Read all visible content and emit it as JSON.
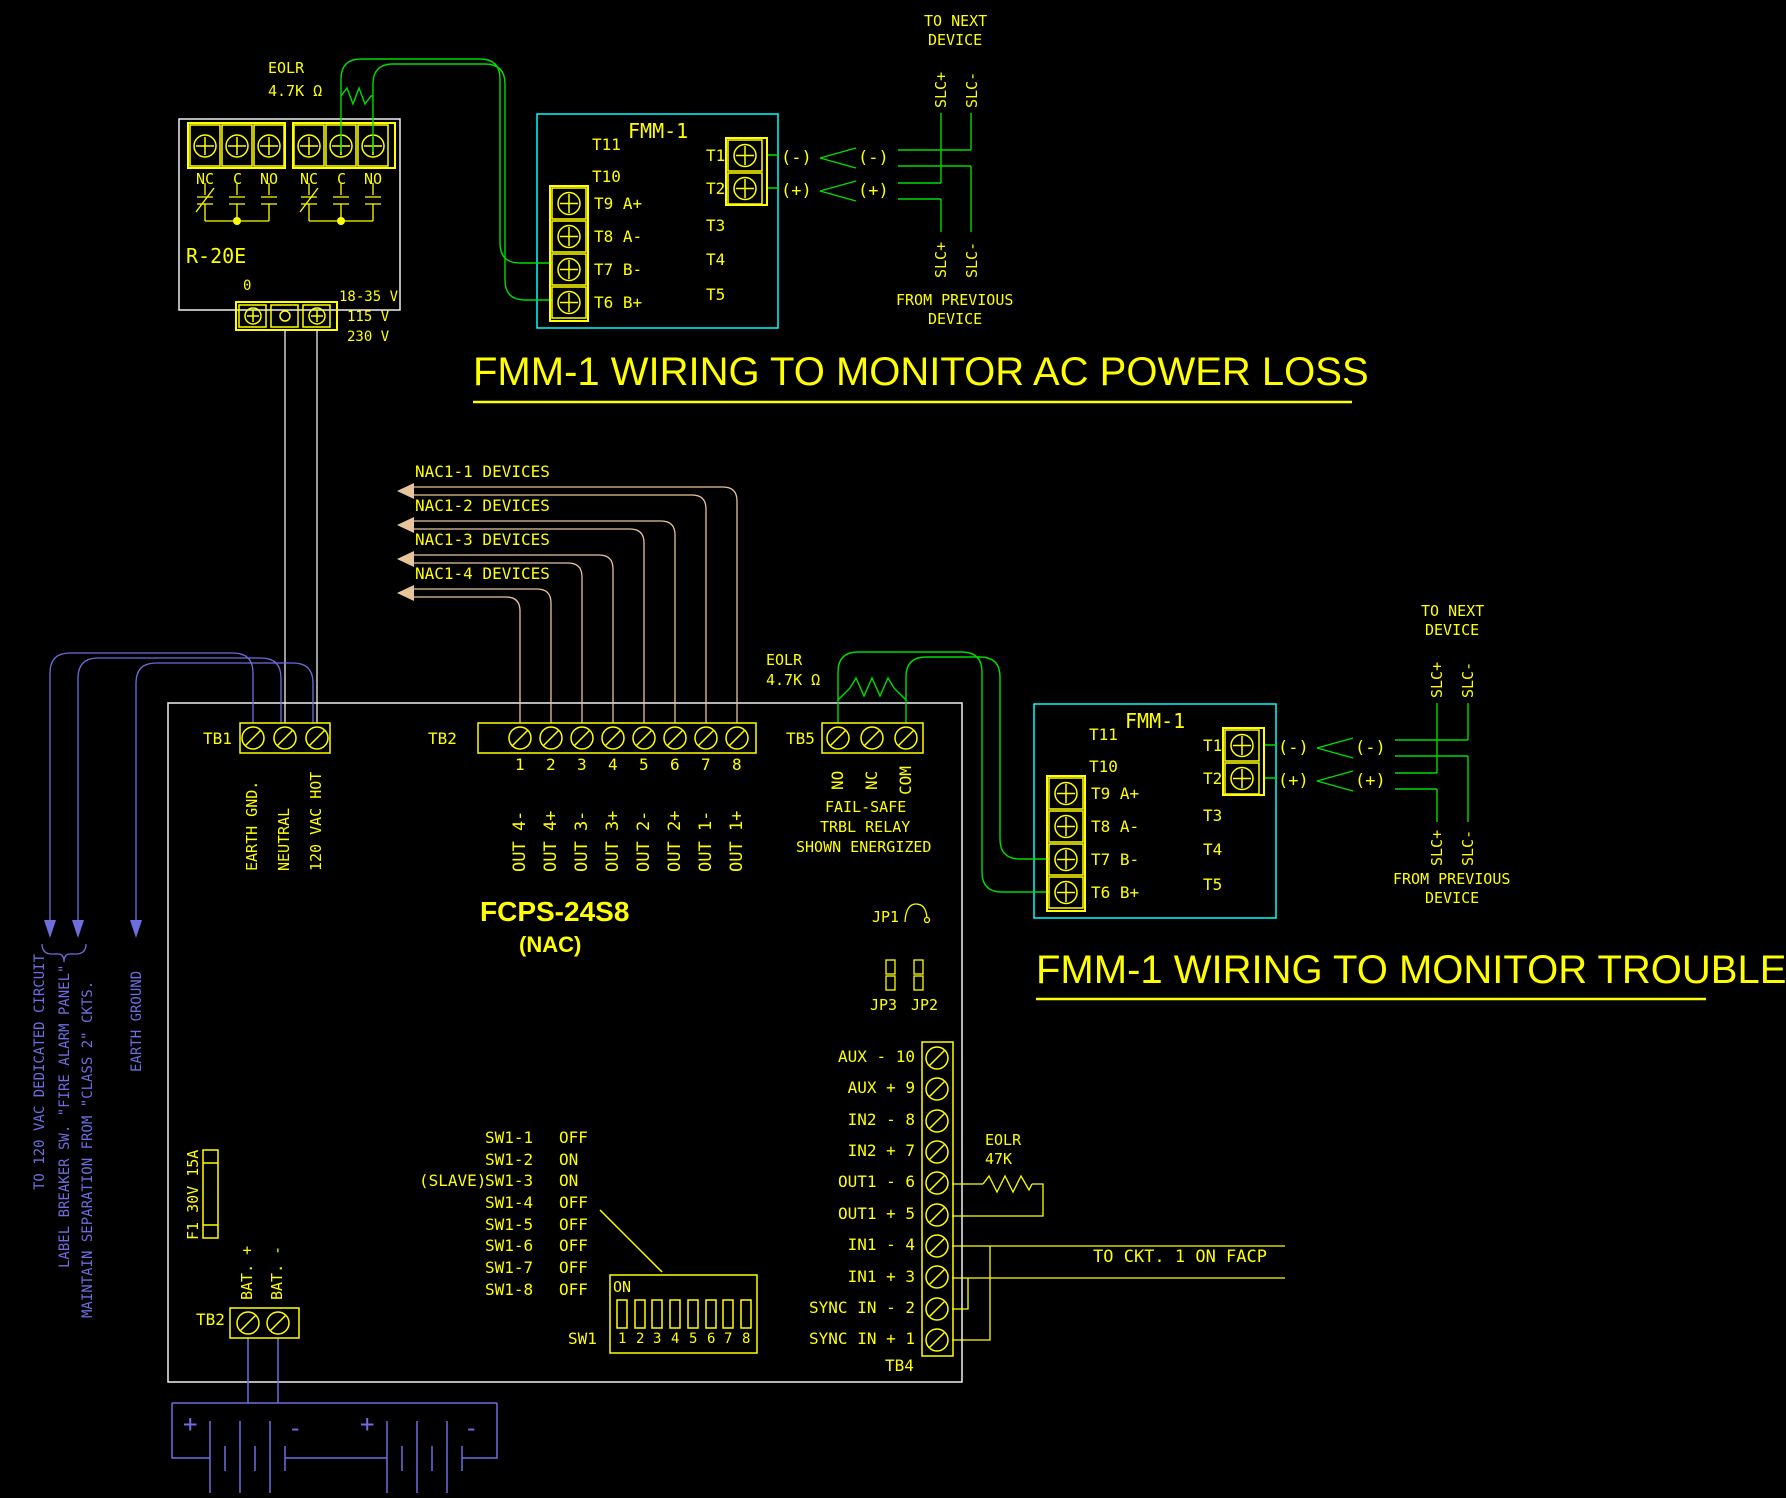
{
  "relay": {
    "eolr_label": "EOLR",
    "eolr_value": "4.7K Ω",
    "name": "R-20E",
    "nc": "NC",
    "c": "C",
    "no": "NO",
    "zero": "0",
    "volts": [
      "18-35 V",
      "115 V",
      "230 V"
    ]
  },
  "fmm": {
    "name": "FMM-1",
    "t11": "T11",
    "t10": "T10",
    "t9": "T9 A+",
    "t8": "T8 A-",
    "t7": "T7 B-",
    "t6": "T6 B+",
    "t1": "T1",
    "t2": "T2",
    "t3": "T3",
    "t4": "T4",
    "t5": "T5",
    "neg": "(-)",
    "pos": "(+)"
  },
  "slc": {
    "to_next_1": "TO NEXT",
    "to_next_2": "DEVICE",
    "from_prev_1": "FROM PREVIOUS",
    "from_prev_2": "DEVICE",
    "plus": "SLC+",
    "minus": "SLC-"
  },
  "titles": {
    "ac_power": "FMM-1 WIRING TO MONITOR AC POWER LOSS",
    "trouble": "FMM-1 WIRING TO MONITOR TROUBLE"
  },
  "nac": {
    "rows": [
      "NAC1-1 DEVICES",
      "NAC1-2 DEVICES",
      "NAC1-3 DEVICES",
      "NAC1-4 DEVICES"
    ]
  },
  "fcps": {
    "name": "FCPS-24S8",
    "subname": "(NAC)",
    "tb1": {
      "label": "TB1",
      "terminals": [
        "EARTH GND.",
        "NEUTRAL",
        "120 VAC HOT"
      ]
    },
    "tb2": {
      "label": "TB2",
      "numbers": [
        "1",
        "2",
        "3",
        "4",
        "5",
        "6",
        "7",
        "8"
      ],
      "terminals": [
        "OUT 4-",
        "OUT 4+",
        "OUT 3-",
        "OUT 3+",
        "OUT 2-",
        "OUT 2+",
        "OUT 1-",
        "OUT 1+"
      ]
    },
    "tb5": {
      "label": "TB5",
      "terminals": [
        "NO",
        "NC",
        "COM"
      ],
      "note": [
        "FAIL-SAFE",
        "TRBL RELAY",
        "SHOWN ENERGIZED"
      ]
    },
    "eolr": {
      "label": "EOLR",
      "value": "4.7K Ω"
    },
    "jumpers": {
      "jp1": "JP1",
      "jp2": "JP2",
      "jp3": "JP3"
    },
    "sw": {
      "prefix": "(SLAVE)",
      "name": "SW1",
      "dip_on": "ON",
      "rows": [
        {
          "label": "SW1-1",
          "value": "OFF"
        },
        {
          "label": "SW1-2",
          "value": "ON"
        },
        {
          "label": "SW1-3",
          "value": "ON"
        },
        {
          "label": "SW1-4",
          "value": "OFF"
        },
        {
          "label": "SW1-5",
          "value": "OFF"
        },
        {
          "label": "SW1-6",
          "value": "OFF"
        },
        {
          "label": "SW1-7",
          "value": "OFF"
        },
        {
          "label": "SW1-8",
          "value": "OFF"
        }
      ],
      "dip_numbers": [
        "1",
        "2",
        "3",
        "4",
        "5",
        "6",
        "7",
        "8"
      ]
    },
    "tb4": {
      "label": "TB4",
      "rows": [
        "AUX - 10",
        "AUX + 9",
        "IN2 - 8",
        "IN2 + 7",
        "OUT1 - 6",
        "OUT1 + 5",
        "IN1 - 4",
        "IN1 + 3",
        "SYNC IN - 2",
        "SYNC IN + 1"
      ]
    },
    "fuse": "F1 30V 15A",
    "tb2b": {
      "label": "TB2",
      "plus": "BAT. +",
      "minus": "BAT. -"
    }
  },
  "right_notes": {
    "eolr_label": "EOLR",
    "eolr_value": "47K",
    "facp": "TO CKT. 1 ON FACP"
  },
  "left_notes": {
    "lines": [
      "TO 120 VAC DEDICATED CIRCUIT",
      "LABEL BREAKER SW. \"FIRE ALARM PANEL\"",
      "MAINTAIN SEPARATION FROM \"CLASS 2\" CKTS."
    ],
    "earth": "EARTH GROUND"
  },
  "battery": {
    "plus": "+",
    "minus": "-"
  }
}
